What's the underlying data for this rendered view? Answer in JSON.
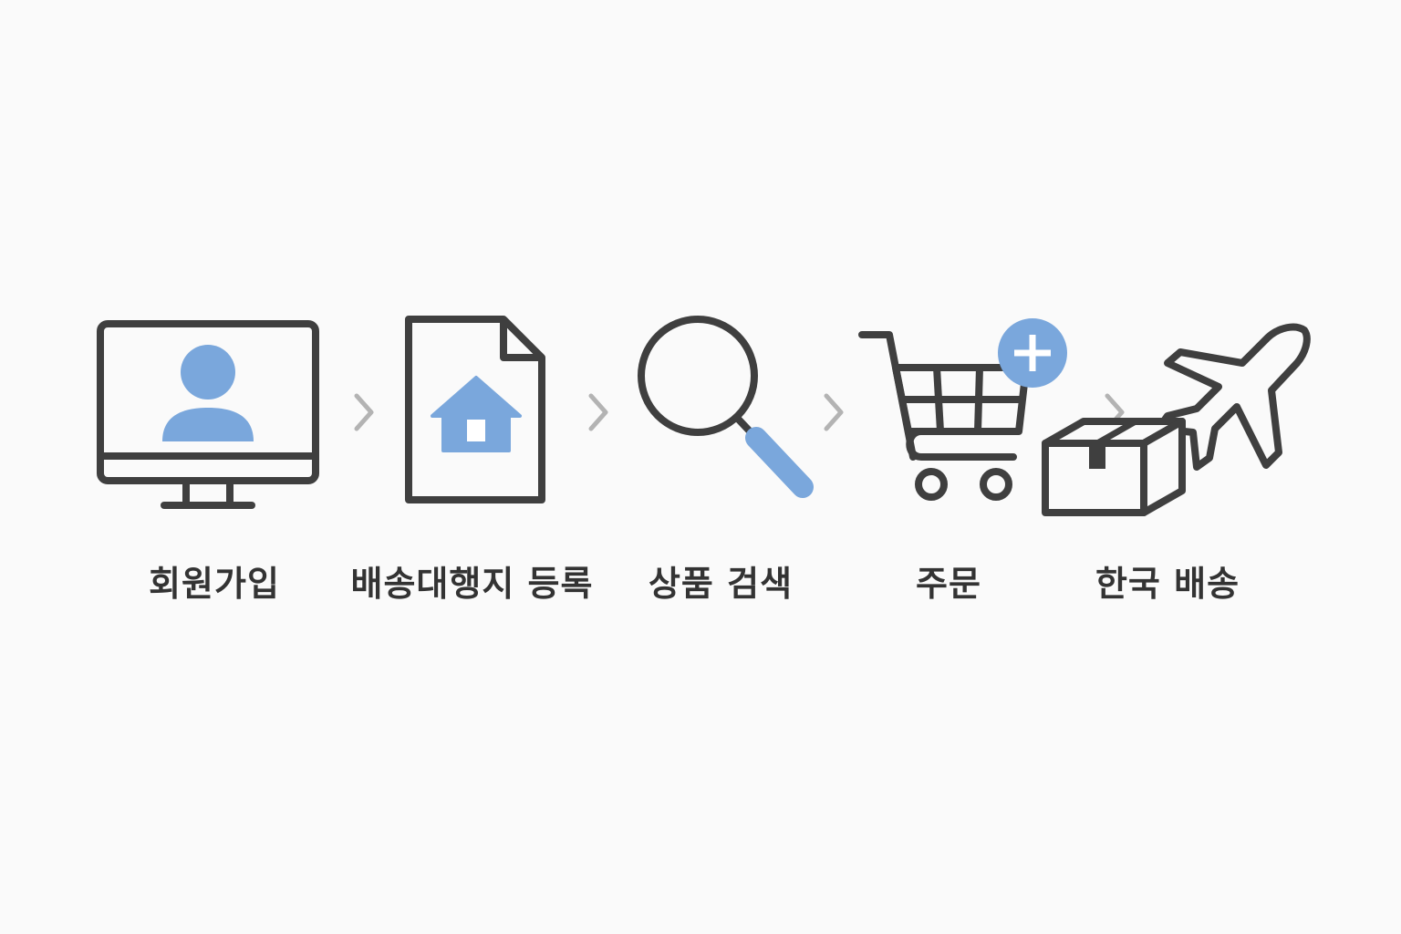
{
  "colors": {
    "stroke": "#3f3f3f",
    "accent": "#7aa7dc",
    "chevron": "#b3b3b3",
    "label": "#333333",
    "background": "#fafafa"
  },
  "steps": [
    {
      "label": "회원가입",
      "icon": "monitor-user-icon"
    },
    {
      "label": "배송대행지 등록",
      "icon": "document-home-icon"
    },
    {
      "label": "상품 검색",
      "icon": "magnifier-icon"
    },
    {
      "label": "주문",
      "icon": "cart-plus-icon"
    },
    {
      "label": "한국 배송",
      "icon": "box-airplane-icon"
    }
  ]
}
